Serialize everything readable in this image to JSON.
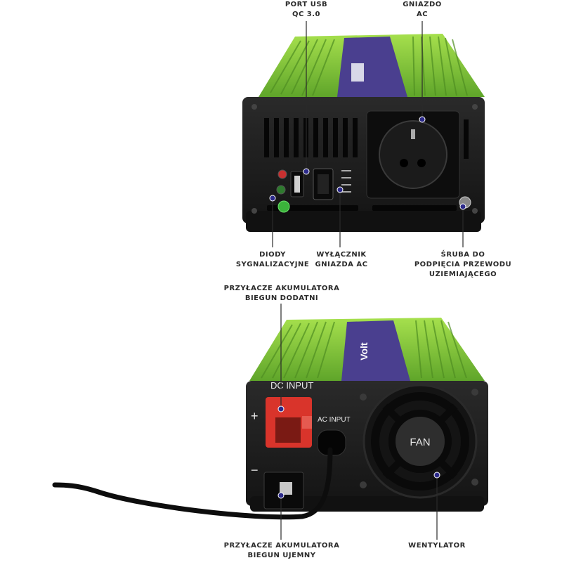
{
  "callouts": {
    "usb_port": [
      "PORT USB",
      "QC 3.0"
    ],
    "ac_socket": [
      "GNIAZDO",
      "AC"
    ],
    "leds": [
      "DIODY",
      "SYGNALIZACYJNE"
    ],
    "ac_switch": [
      "WYŁĄCZNIK",
      "GNIAZDA AC"
    ],
    "ground_screw": [
      "ŚRUBA DO",
      "PODPIĘCIA PRZEWODU",
      "UZIEMIAJĄCEGO"
    ],
    "battery_positive": [
      "PRZYŁACZE AKUMULATORA",
      "BIEGUN DODATNI"
    ],
    "battery_negative": [
      "PRZYŁACZE AKUMULATORA",
      "BIEGUN UJEMNY"
    ],
    "fan": [
      "WENTYLATOR"
    ]
  },
  "panel_labels": {
    "dc_input": "DC INPUT",
    "ac_input": "AC INPUT",
    "plus": "+",
    "minus": "−",
    "fan": "FAN"
  },
  "brand_text": "Volt",
  "colors": {
    "body_green": "#7ec63a",
    "stripe_purple": "#4a3f8f",
    "panel_black": "#1c1c1c",
    "terminal_red": "#d9342b",
    "marker_blue": "#2c2a8a"
  }
}
